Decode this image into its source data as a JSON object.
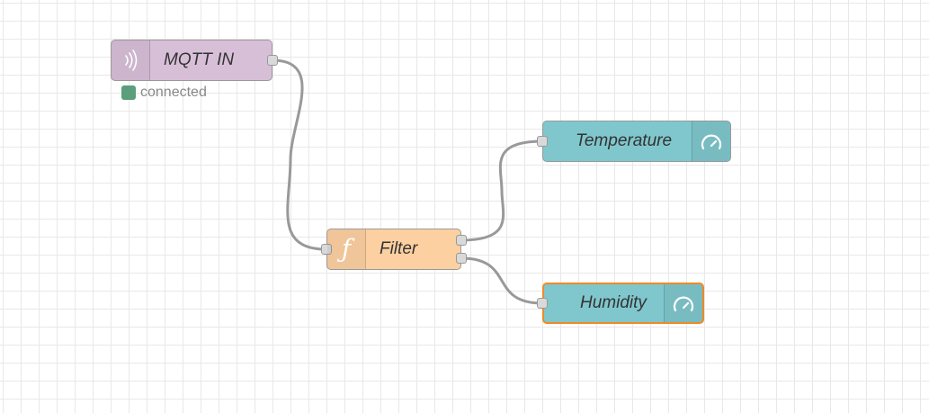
{
  "colors": {
    "mqtt_node": "#d8bfd8",
    "function_node": "#fdd0a2",
    "gauge_node": "#7fc7cd",
    "wire": "#999999",
    "status_connected": "#5a9e7c",
    "selected_outline": "#f08a24"
  },
  "nodes": [
    {
      "id": "mqtt",
      "label": "MQTT IN",
      "icon": "mqtt-wave-icon",
      "status": "connected"
    },
    {
      "id": "filter",
      "label": "Filter",
      "icon": "function-icon",
      "outputs": 2
    },
    {
      "id": "temperature",
      "label": "Temperature",
      "icon": "gauge-icon"
    },
    {
      "id": "humidity",
      "label": "Humidity",
      "icon": "gauge-icon",
      "selected": true
    }
  ],
  "wires": [
    {
      "from": "mqtt",
      "from_port": 0,
      "to": "filter"
    },
    {
      "from": "filter",
      "from_port": 0,
      "to": "temperature"
    },
    {
      "from": "filter",
      "from_port": 1,
      "to": "humidity"
    }
  ]
}
